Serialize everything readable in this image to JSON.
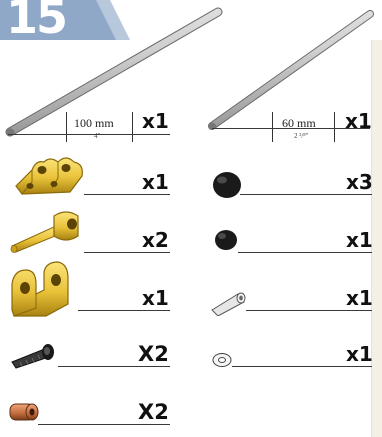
{
  "step": {
    "number": "15",
    "banner_color": "#8fa8c8",
    "stripe_color": "#b7c7dc"
  },
  "rods": [
    {
      "id": "rod-100",
      "length_label": "100 mm",
      "imperial_label": "4\"",
      "quantity": "x1"
    },
    {
      "id": "rod-60",
      "length_label": "60 mm",
      "imperial_label": "2 ³/⁸\"",
      "quantity": "x1"
    }
  ],
  "left_parts": [
    {
      "name": "double-clevis-bracket",
      "quantity": "x1"
    },
    {
      "name": "hinge-pin",
      "quantity": "x2"
    },
    {
      "name": "clevis-bracket",
      "quantity": "x1"
    },
    {
      "name": "black-screw",
      "quantity": "X2"
    },
    {
      "name": "copper-bushing",
      "quantity": "X2"
    }
  ],
  "right_parts": [
    {
      "name": "black-cap-large",
      "quantity": "x3"
    },
    {
      "name": "black-cap-small",
      "quantity": "x1"
    },
    {
      "name": "small-tube",
      "quantity": "x1"
    },
    {
      "name": "washer",
      "quantity": "x1"
    }
  ],
  "colors": {
    "brass": "#e9c23a",
    "brass_dark": "#a8820f",
    "rod": "#d9d9d9",
    "copper": "#c06a3b"
  }
}
